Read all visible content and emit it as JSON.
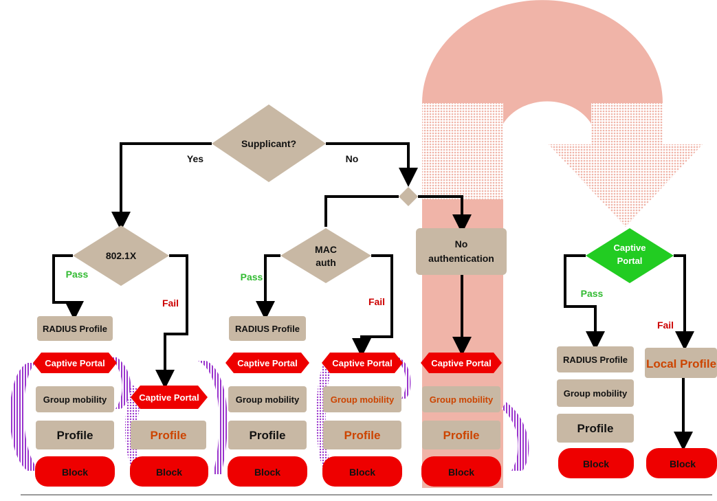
{
  "colors": {
    "tan": "#c8b8a4",
    "red": "#ee0000",
    "green": "#22cc22",
    "purple": "#9933cc",
    "salmon": "#f0b4a8",
    "text_dark": "#111111",
    "text_orange": "#cc4400",
    "text_red": "#cc0000",
    "text_green": "#33bb33",
    "text_white": "#ffffff"
  },
  "decisions": {
    "supplicant": "Supplicant?",
    "dot1x": "802.1X",
    "mac_auth_line1": "MAC",
    "mac_auth_line2": "auth",
    "captive_portal_line1": "Captive",
    "captive_portal_line2": "Portal"
  },
  "branches": {
    "yes": "Yes",
    "no": "No",
    "pass": "Pass",
    "fail": "Fail"
  },
  "no_auth": {
    "line1": "No",
    "line2": "authentication"
  },
  "stack_labels": {
    "radius_profile": "RADIUS Profile",
    "captive_portal": "Captive Portal",
    "group_mobility": "Group mobility",
    "profile": "Profile",
    "block": "Block",
    "local_profile": "Local Profile"
  }
}
